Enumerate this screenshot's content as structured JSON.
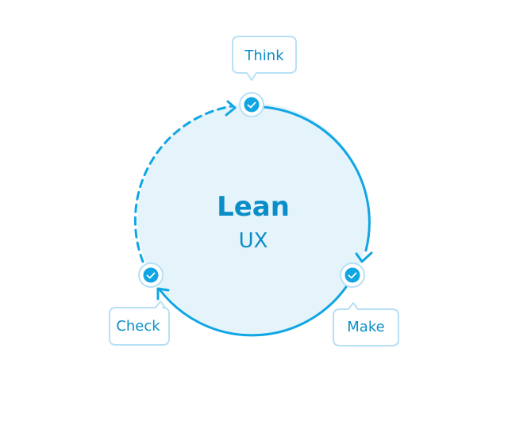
{
  "center": {
    "title": "Lean",
    "subtitle": "UX"
  },
  "stages": [
    {
      "id": "think",
      "label": "Think",
      "icon": "check-icon"
    },
    {
      "id": "make",
      "label": "Make",
      "icon": "check-icon"
    },
    {
      "id": "check",
      "label": "Check",
      "icon": "check-icon"
    }
  ],
  "colors": {
    "accent": "#10a6e4",
    "fill": "#e5f4fb",
    "callout_border": "#b8e0f5",
    "text": "#0b8ec8"
  }
}
